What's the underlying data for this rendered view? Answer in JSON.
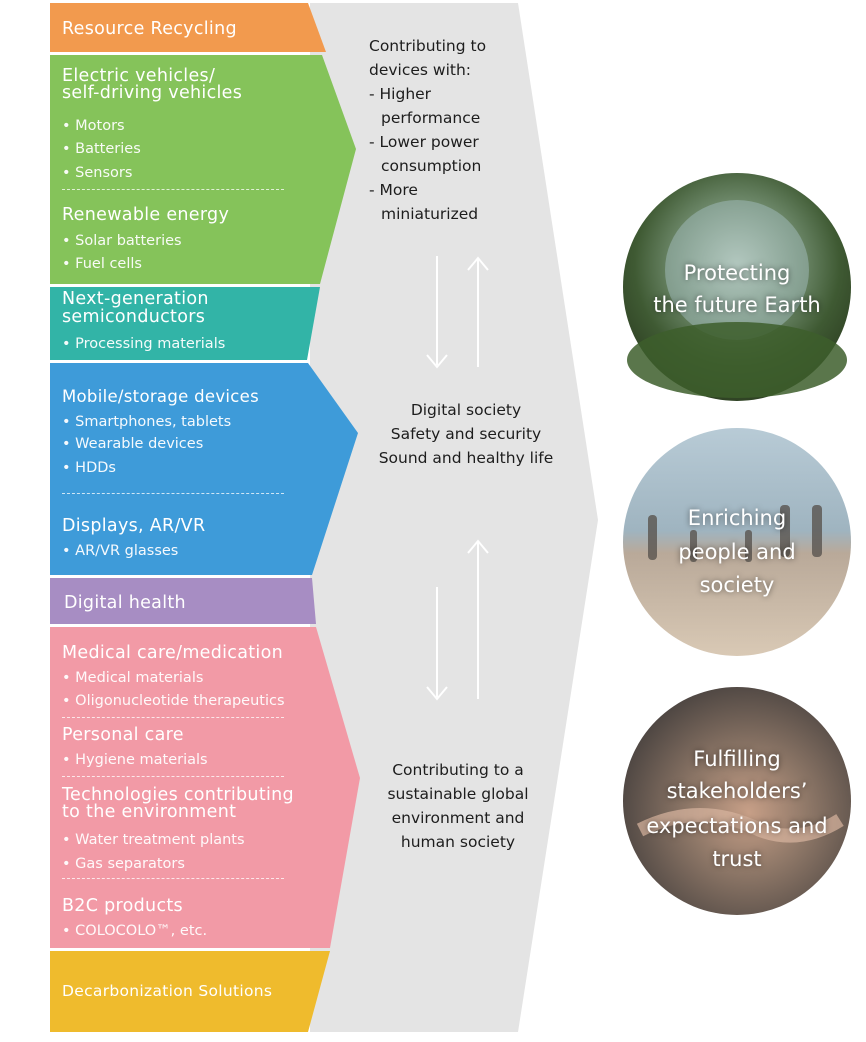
{
  "colors": {
    "orange": "#F29A4E",
    "green": "#85C35A",
    "teal": "#32B4A7",
    "blue": "#3E9BD9",
    "purple": "#A78DC3",
    "pink": "#F29AA6",
    "yellow": "#EFBB2D",
    "arrow_gray": "#E4E4E4"
  },
  "segments": {
    "resource_recycling": {
      "title": "Resource Recycling"
    },
    "ev": {
      "title_line1": "Electric vehicles/",
      "title_line2": "self-driving vehicles",
      "bullets": [
        "• Motors",
        "• Batteries",
        "• Sensors"
      ]
    },
    "renewable": {
      "title": "Renewable energy",
      "bullets": [
        "• Solar batteries",
        "• Fuel cells"
      ]
    },
    "semis": {
      "title_line1": "Next-generation",
      "title_line2": "semiconductors",
      "bullets": [
        "• Processing materials"
      ]
    },
    "mobile": {
      "title": "Mobile/storage devices",
      "bullets": [
        "• Smartphones, tablets",
        "• Wearable devices",
        "• HDDs"
      ]
    },
    "displays": {
      "title": "Displays, AR/VR",
      "bullets": [
        "• AR/VR glasses"
      ]
    },
    "digital_health": {
      "title": "Digital health"
    },
    "medical": {
      "title": "Medical care/medication",
      "bullets": [
        "• Medical materials",
        "• Oligonucleotide therapeutics"
      ]
    },
    "personal": {
      "title": "Personal care",
      "bullets": [
        "• Hygiene materials"
      ]
    },
    "tech_env": {
      "title_line1": "Technologies contributing",
      "title_line2": "to the environment",
      "bullets": [
        "• Water treatment plants",
        "• Gas separators"
      ]
    },
    "b2c": {
      "title": "B2C products",
      "bullets": [
        "• COLOCOLO™, etc."
      ]
    },
    "decarb": {
      "title": "Decarbonization Solutions"
    }
  },
  "middle": {
    "top": [
      "Contributing to",
      "devices with:",
      "- Higher",
      "performance",
      "- Lower power",
      "consumption",
      "- More",
      "miniaturized"
    ],
    "center": [
      "Digital society",
      "Safety and security",
      "Sound and healthy life"
    ],
    "bottom": [
      "Contributing to a",
      "sustainable global",
      "environment and",
      "human society"
    ]
  },
  "outcomes": [
    {
      "lines": [
        "Protecting",
        "the future Earth"
      ],
      "icon": "earth-globe-icon"
    },
    {
      "lines": [
        "Enriching",
        "people and",
        "society"
      ],
      "icon": "family-beach-icon"
    },
    {
      "lines": [
        "Fulfilling",
        "stakeholders’",
        "expectations and",
        "trust"
      ],
      "icon": "handshake-icon"
    }
  ]
}
